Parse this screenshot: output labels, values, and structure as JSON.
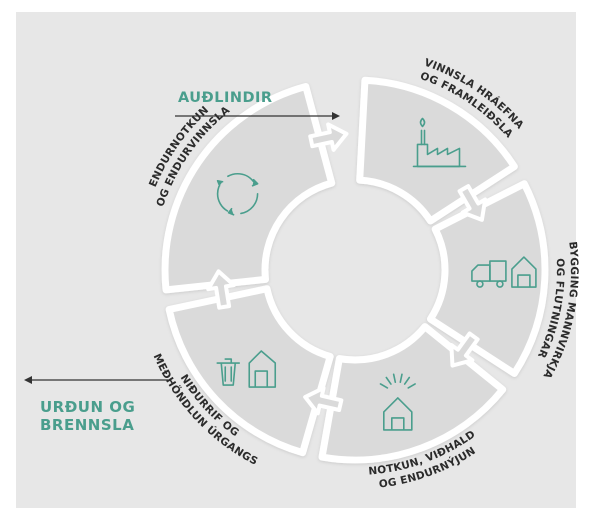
{
  "inflow": {
    "label": "AUÐLINDIR"
  },
  "outflow": {
    "line1": "URÐUN OG",
    "line2": "BRENNSLA"
  },
  "stages": [
    {
      "line1": "VINNSLA HRÁEFNA",
      "line2": "OG FRAMLEIÐSLA",
      "icon": "factory-icon"
    },
    {
      "line1": "BYGGING MANNVIRKJA",
      "line2": "OG FLUTNINGAR",
      "icon": "truck-house-icon"
    },
    {
      "line1": "NOTKUN, VIÐHALD",
      "line2": "OG ENDURNÝJUN",
      "icon": "house-icon"
    },
    {
      "line1": "NIÐURRIF OG",
      "line2": "MEÐHÖNDLUN ÚRGANGS",
      "icon": "trash-house-icon"
    },
    {
      "line1": "ENDURNOTKUN",
      "line2": "OG ENDURVINNSLA",
      "icon": "recycle-icon"
    }
  ],
  "colors": {
    "background": "#ffffff",
    "panel": "#e7e7e7",
    "segment": "#dadada",
    "ring": "#ffffff",
    "accent": "#4a9e8d",
    "text": "#2b2b2b",
    "arrow": "#333333"
  }
}
